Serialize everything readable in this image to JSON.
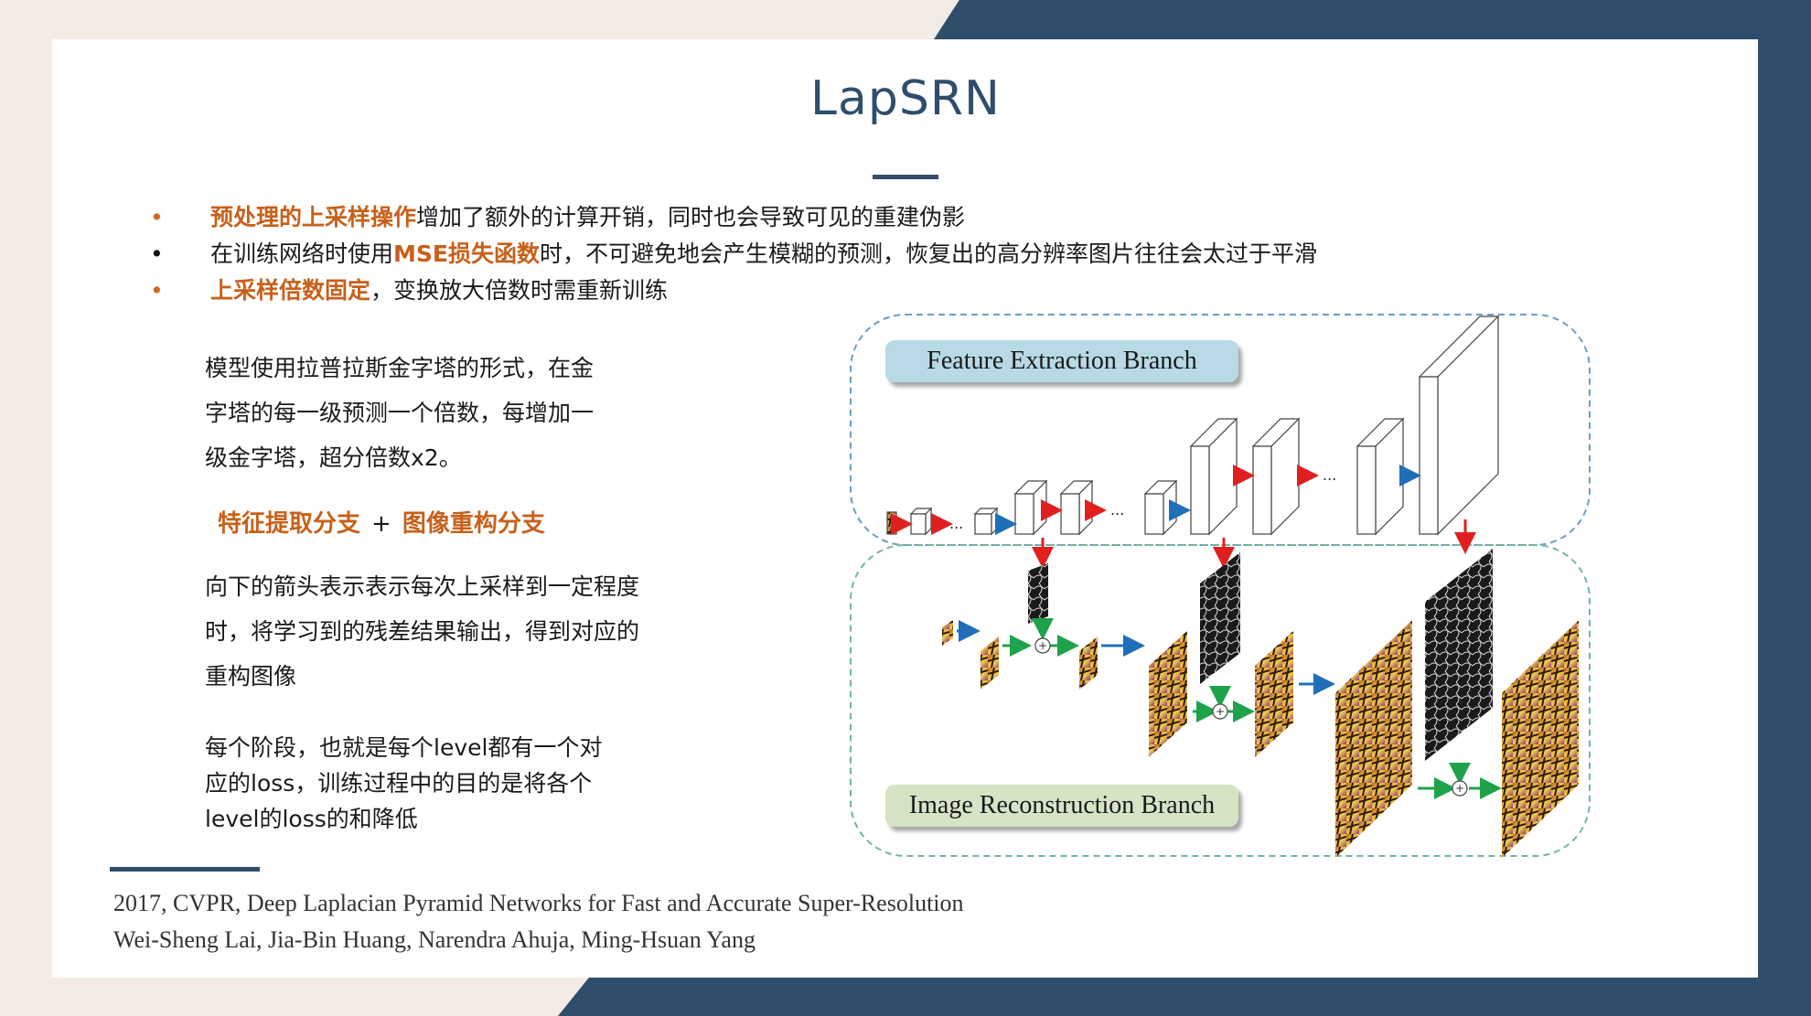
{
  "slide": {
    "title": "LapSRN",
    "bullets": [
      {
        "bullet": "•",
        "color": "orange",
        "highlight": "预处理的上采样操作",
        "pre": "",
        "rest": "增加了额外的计算开销，同时也会导致可见的重建伪影"
      },
      {
        "bullet": "•",
        "color": "black",
        "pre": "在训练网络时使用",
        "highlight": "MSE损失函数",
        "rest": "时，不可避免地会产生模糊的预测，恢复出的高分辨率图片往往会太过于平滑"
      },
      {
        "bullet": "•",
        "color": "orange",
        "highlight": "上采样倍数固定",
        "pre": "",
        "rest": "，变换放大倍数时需重新训练"
      }
    ],
    "para1": [
      "模型使用拉普拉斯金字塔的形式，在金",
      "字塔的每一级预测一个倍数，每增加一",
      "级金字塔，超分倍数x2。"
    ],
    "branches": {
      "feature": "特征提取分支",
      "plus": "+",
      "recon": "图像重构分支"
    },
    "para2": [
      "向下的箭头表示表示每次上采样到一定程度",
      "时，将学习到的残差结果输出，得到对应的",
      "重构图像"
    ],
    "para3": [
      "每个阶段，也就是每个level都有一个对",
      "应的loss，训练过程中的目的是将各个",
      "level的loss的和降低"
    ],
    "citation": [
      "2017, CVPR, Deep Laplacian Pyramid Networks for Fast and Accurate Super-Resolution",
      "Wei-Sheng Lai, Jia-Bin Huang, Narendra Ahuja, Ming-Hsuan Yang"
    ],
    "figure": {
      "feature_label": "Feature Extraction Branch",
      "recon_label": "Image Reconstruction Branch",
      "ellipsis": "...",
      "sum_symbol": "+"
    }
  },
  "colors": {
    "navy": "#2e4e6b",
    "orange": "#c8601a",
    "red_arrow": "#e02020",
    "blue_arrow": "#1f6fb8",
    "green_arrow": "#1fa34a"
  }
}
